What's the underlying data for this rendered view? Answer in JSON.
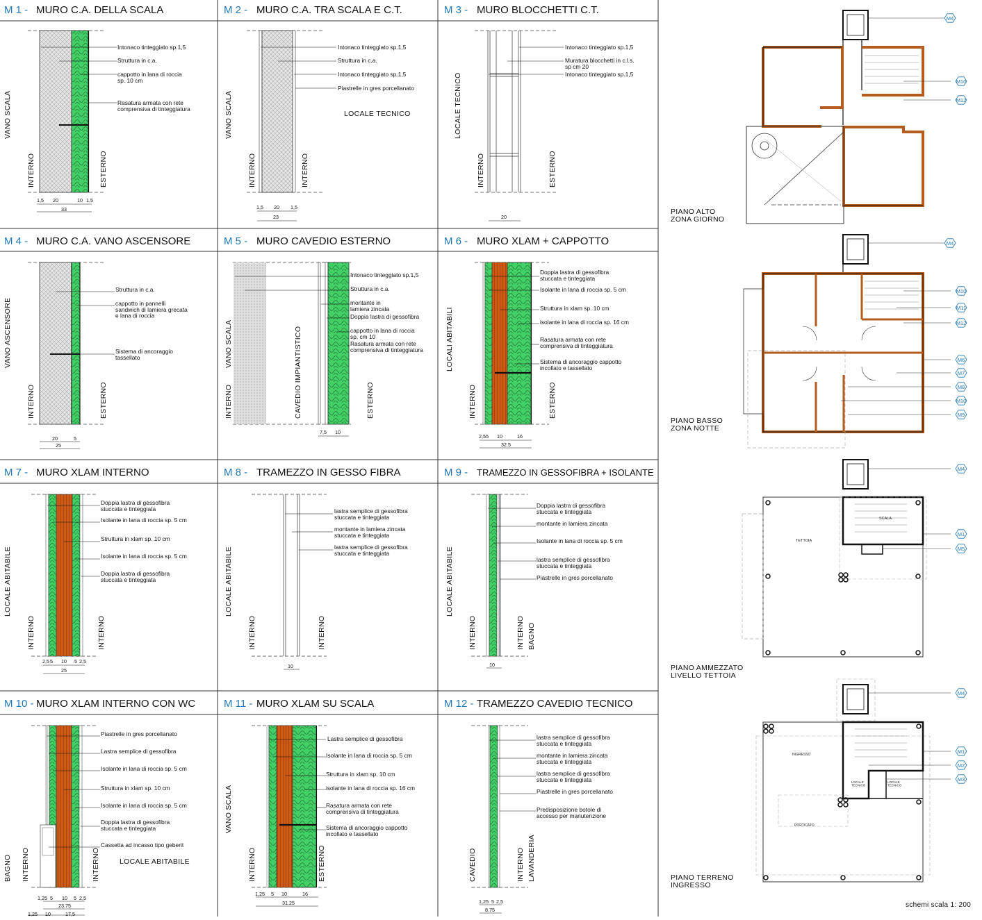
{
  "panels": [
    {
      "code": "M 1 -",
      "title": "MURO C.A. DELLA SCALA",
      "left_label": "VANO SCALA",
      "int_label": "INTERNO",
      "ext_label": "ESTERNO",
      "notes": [
        "Intonaco tinteggiato sp.1,5",
        "Struttura in c.a.",
        "cappotto in lana di roccia\nsp. 10 cm",
        "Rasatura armata con rete\ncomprensiva di tinteggiatura"
      ],
      "dims": [
        "1,5",
        "20",
        "10",
        "1,5"
      ],
      "total": "33"
    },
    {
      "code": "M 2 -",
      "title": "MURO C.A. TRA SCALA E C.T.",
      "left_label": "VANO SCALA",
      "int_label": "INTERNO",
      "ext_label": "INTERNO",
      "room": "LOCALE TECNICO",
      "notes": [
        "Intonaco tinteggiato sp.1,5",
        "Struttura in c.a.",
        "Intonaco tinteggiato sp.1,5",
        "Piastrelle in gres porcellanato"
      ],
      "dims": [
        "1,5",
        "20",
        "1,5"
      ],
      "total": "23"
    },
    {
      "code": "M 3 -",
      "title": "MURO BLOCCHETTI C.T.",
      "left_label": "LOCALE TECNICO",
      "int_label": "INTERNO",
      "ext_label": "ESTERNO",
      "notes": [
        "Intonaco tinteggiato sp.1,5",
        "Muratura blocchetti in c.l.s.\nsp cm 20",
        "Intonaco tinteggiato sp.1,5"
      ],
      "total": "20"
    },
    {
      "code": "M 4 -",
      "title": "MURO C.A. VANO ASCENSORE",
      "left_label": "VANO ASCENSORE",
      "int_label": "INTERNO",
      "ext_label": "ESTERNO",
      "notes": [
        "Struttura in c.a.",
        "cappotto in pannelli\nsandwich di lamiera grecata\ne lana di roccia",
        "Sistema di ancoraggio\ntassellato"
      ],
      "dims": [
        "20",
        "5"
      ],
      "total": "25"
    },
    {
      "code": "M 5 -",
      "title": "MURO CAVEDIO ESTERNO",
      "left_label": "VANO SCALA",
      "int_label": "INTERNO",
      "mid_label": "CAVEDIO IMPIANTISTICO",
      "ext_label": "ESTERNO",
      "notes": [
        "Intonaco tinteggiato sp.1,5",
        "Struttura in c.a.",
        "montante in\nlamiera zincata",
        "Doppia lastra di gessofibra",
        "cappotto in lana di roccia\nsp. cm 10",
        "Rasatura armata con rete\ncomprensiva di tinteggiatura"
      ],
      "dims": [
        "7,5",
        "10"
      ]
    },
    {
      "code": "M 6 -",
      "title": "MURO XLAM + CAPPOTTO",
      "left_label": "LOCALI ABITABILI",
      "int_label": "INTERNO",
      "ext_label": "ESTERNO",
      "notes": [
        "Doppia lastra di gessofibra\nstuccata e tinteggiata",
        "Isolante in lana di roccia sp. 5 cm",
        "Struttura in xlam sp. 10 cm",
        "isolante in lana di roccia sp. 16 cm",
        "Rasatura armata con rete\ncomprensiva di tinteggiatura",
        "Sistema di ancoraggio cappotto\nincollato e tassellato"
      ],
      "dims": [
        "2,5",
        "5",
        "10",
        "16"
      ],
      "total": "32.5"
    },
    {
      "code": "M 7 -",
      "title": "MURO XLAM INTERNO",
      "left_label": "LOCALE ABITABILE",
      "int_label": "INTERNO",
      "ext_label": "INTERNO",
      "notes": [
        "Doppia lastra di gessofibra\nstuccata e tinteggiata",
        "Isolante in lana di roccia sp. 5 cm",
        "Struttura in xlam sp. 10 cm",
        "Isolante in lana di roccia sp. 5 cm",
        "Doppia lastra di gessofibra\nstuccata e tinteggiata"
      ],
      "dims": [
        "2,5",
        "5",
        "10",
        "5",
        "2,5"
      ],
      "total": "25"
    },
    {
      "code": "M 8 -",
      "title": "TRAMEZZO IN GESSO FIBRA",
      "left_label": "LOCALE ABITABILE",
      "int_label": "INTERNO",
      "ext_label": "INTERNO",
      "notes": [
        "lastra semplice di gessofibra\nstuccata e tinteggiata",
        "montante in lamiera zincata\nstuccata e tinteggiata",
        "lastra semplice di gessofibra\nstuccata e tinteggiata"
      ],
      "total": "10"
    },
    {
      "code": "M 9 -",
      "title": "TRAMEZZO IN GESSOFIBRA + ISOLANTE",
      "left_label": "LOCALE ABITABILE",
      "int_label": "INTERNO",
      "ext_label": "INTERNO",
      "ext_label2": "BAGNO",
      "notes": [
        "Doppia lastra di gessofibra\nstuccata e tinteggiata",
        "montante in lamiera zincata",
        "Isolante in lana di roccia sp. 5 cm",
        "lastra semplice di gessofibra\nstuccata e tinteggiata",
        "Piastrelle in gres porcellanato"
      ],
      "total": "10"
    },
    {
      "code": "M 10 -",
      "title": "MURO XLAM INTERNO CON  WC",
      "left_label": "BAGNO",
      "int_label": "INTERNO",
      "ext_label": "INTERNO",
      "room": "LOCALE ABITABILE",
      "notes": [
        "Piastrelle in gres porcellanato",
        "Lastra semplice di gessofibra",
        "Isolante in lana di roccia sp. 5 cm",
        "Struttura in xlam sp. 10 cm",
        "Isolante in lana di roccia sp. 5 cm",
        "Doppia lastra di gessofibra\nstuccata e tinteggiata",
        "Cassetta ad incasso tipo geberit"
      ],
      "dims": [
        "1,25",
        "5",
        "10",
        "5",
        "2,5"
      ],
      "total": "23.75",
      "dims2": [
        "1,25",
        "10",
        "17,5"
      ]
    },
    {
      "code": "M 11 -",
      "title": "MURO XLAM SU SCALA",
      "left_label": "VANO SCALA",
      "int_label": "INTERNO",
      "ext_label": "ESTERNO",
      "notes": [
        "Lastra semplice di gessofibra",
        "Isolante in lana di roccia sp. 5 cm",
        "Struttura in xlam sp. 10 cm",
        "isolante in lana di roccia sp. 16 cm",
        "Rasatura armata con rete\ncomprensiva di tinteggiatura",
        "Sistema di ancoraggio cappotto\nincollato e tassellato"
      ],
      "dims": [
        "1,25",
        "5",
        "10",
        "16"
      ],
      "total": "31.25"
    },
    {
      "code": "M 12 -",
      "title": "TRAMEZZO CAVEDIO TECNICO",
      "left_label": "CAVEDIO",
      "int_label": "INTERNO",
      "ext_label": "LAVANDERIA",
      "notes": [
        "lastra semplice di gessofibra\nstuccata e tinteggiata",
        "montante in lamiera zincata\nstuccata e tinteggiata",
        "lastra semplice di gessofibra\nstuccata e tinteggiata",
        "Piastrelle in gres porcellanato",
        "Predisposizione botole di\naccesso per manutenzione"
      ],
      "dims": [
        "1,25",
        "5",
        "2,5"
      ],
      "total": "8.75"
    }
  ],
  "plans": [
    {
      "label": "PIANO ALTO\nZONA GIORNO",
      "tags": [
        "M4",
        "M10",
        "M12"
      ]
    },
    {
      "label": "PIANO BASSO\nZONA NOTTE",
      "tags": [
        "M4",
        "M10",
        "M11",
        "M12",
        "M6",
        "M7",
        "M8",
        "M10",
        "M9"
      ]
    },
    {
      "label": "PIANO AMMEZZATO\nLIVELLO TETTOIA",
      "tags": [
        "M4",
        "M1",
        "M5"
      ],
      "rooms": [
        "TETTOIA",
        "SCALA"
      ]
    },
    {
      "label": "PIANO TERRENO\nINGRESSO",
      "tags": [
        "M4",
        "M1",
        "M2",
        "M3"
      ],
      "rooms": [
        "INGRESSO",
        "LOCALE\nTECNICO",
        "LOCALE\nTECNICO",
        "PORTICATO"
      ]
    }
  ],
  "scale_note": "schemi  scala  1: 200",
  "colors": {
    "code": "#1f77b4",
    "green": "#44d16a",
    "orange": "#cc5a14",
    "concrete": "#d9d9d9",
    "brown": "#b45c1e"
  }
}
